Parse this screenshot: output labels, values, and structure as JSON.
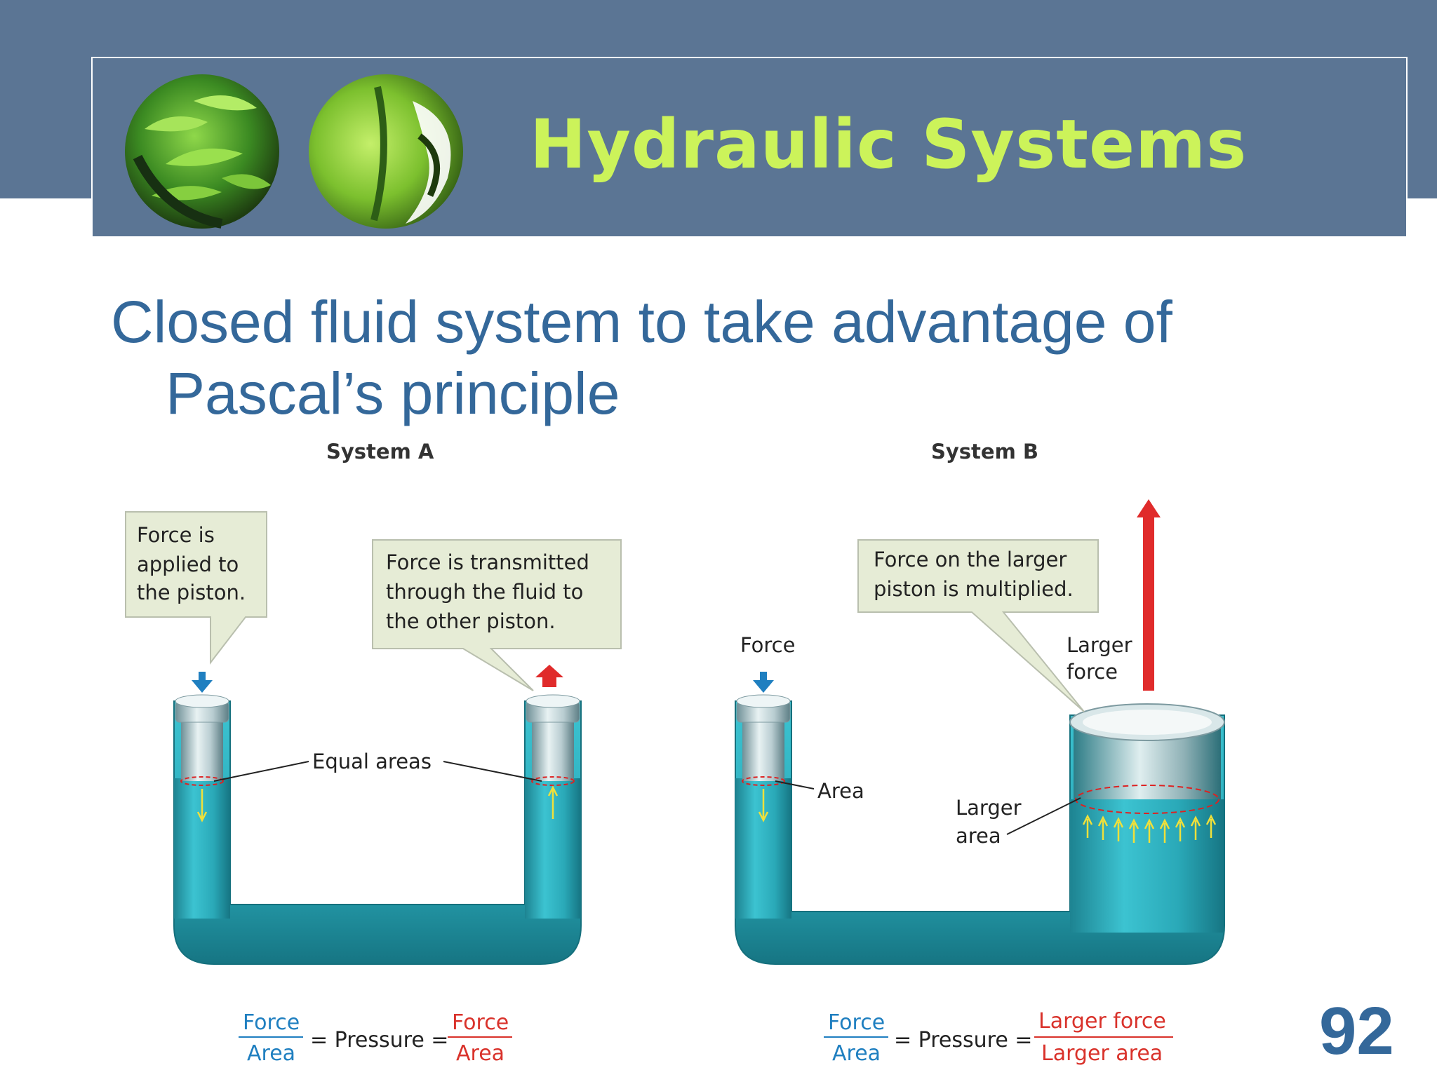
{
  "slide": {
    "title": "Hydraulic Systems",
    "bullet_line1": "Closed fluid system to take advantage of",
    "bullet_line2": "Pascal’s principle",
    "page_number": "92"
  },
  "figure": {
    "system_a": {
      "heading": "System A",
      "callout_left": [
        "Force is",
        "applied to",
        "the piston."
      ],
      "callout_right": [
        "Force is transmitted",
        "through the fluid to",
        "the other piston."
      ],
      "label_equal_areas": "Equal areas",
      "equation": {
        "num_left": "Force",
        "den_left": "Area",
        "middle": "= Pressure =",
        "num_right": "Force",
        "den_right": "Area"
      }
    },
    "system_b": {
      "heading": "System B",
      "callout": [
        "Force on the larger",
        "piston is multiplied."
      ],
      "label_force": "Force",
      "label_larger_force": [
        "Larger",
        "force"
      ],
      "label_area": "Area",
      "label_larger_area": [
        "Larger",
        "area"
      ],
      "equation": {
        "num_left": "Force",
        "den_left": "Area",
        "middle": "= Pressure =",
        "num_right": "Larger force",
        "den_right": "Larger area"
      }
    }
  },
  "colors": {
    "header_band": "#5b7594",
    "title_text": "#ccf35a",
    "body_text": "#34689a",
    "fluid": "#2aa9b8",
    "force_down_arrow": "#1f7fc0",
    "force_up_arrow": "#e02b2b",
    "callout_fill": "#e6ecd6"
  }
}
